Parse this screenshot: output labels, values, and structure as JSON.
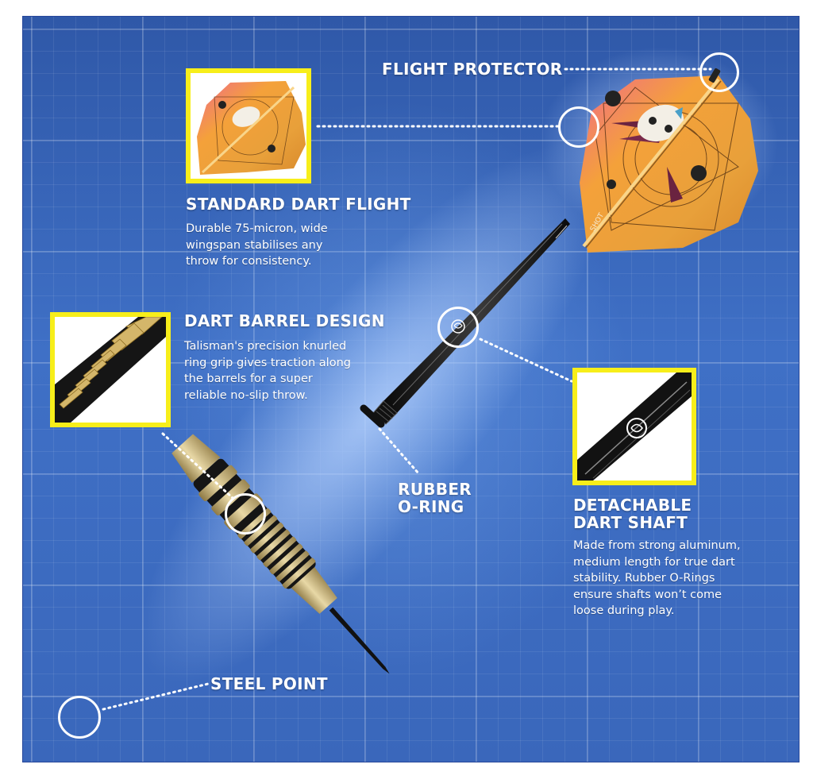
{
  "infographic": {
    "background_color": "#3c6bc1",
    "accent_color": "#f7ee1a",
    "text_color": "#ffffff"
  },
  "callouts": {
    "flight_protector": {
      "heading": "FLIGHT PROTECTOR"
    },
    "standard_flight": {
      "heading": "STANDARD DART FLIGHT",
      "lines": [
        "Durable 75-micron, wide",
        "wingspan stabilises any",
        "throw for consistency."
      ]
    },
    "barrel": {
      "heading": "DART BARREL DESIGN",
      "lines": [
        "Talisman's precision knurled",
        "ring grip gives traction along",
        "the barrels for a super",
        "reliable no-slip throw."
      ]
    },
    "o_ring": {
      "heading_line1": "RUBBER",
      "heading_line2": "O-RING"
    },
    "shaft": {
      "heading_line1": "DETACHABLE",
      "heading_line2": "DART SHAFT",
      "lines": [
        "Made from strong aluminum,",
        "medium length for true dart",
        "stability. Rubber O-Rings",
        "ensure shafts won’t come",
        "loose during play."
      ]
    },
    "steel_point": {
      "heading": "STEEL POINT"
    }
  },
  "flight_brand_text": "SHOT"
}
